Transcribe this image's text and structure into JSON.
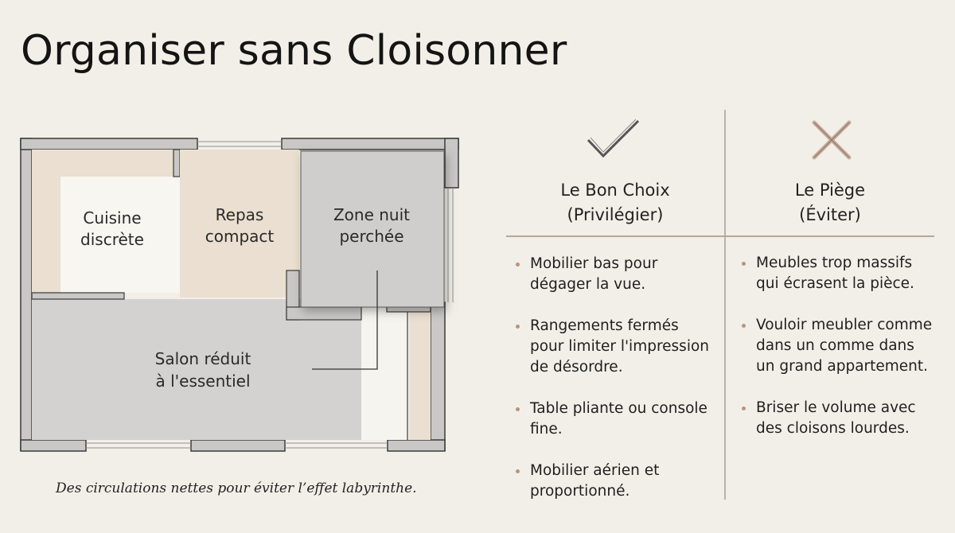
{
  "title": "Organiser sans Cloisonner",
  "plan": {
    "rooms": [
      {
        "id": "cuisine",
        "lines": [
          "Cuisine",
          "discrète"
        ]
      },
      {
        "id": "repas",
        "lines": [
          "Repas",
          "compact"
        ]
      },
      {
        "id": "nuit",
        "lines": [
          "Zone nuit",
          "perchée"
        ]
      },
      {
        "id": "salon",
        "lines": [
          "Salon réduit",
          "à l'essentiel"
        ]
      }
    ],
    "caption": "Des circulations nettes pour éviter l’effet labyrinthe."
  },
  "comparison": {
    "good": {
      "icon": "checkmark-icon",
      "heading_line1": "Le Bon Choix",
      "heading_line2": "(Privilégier)",
      "items": [
        "Mobilier bas pour dégager la vue.",
        "Rangements fermés pour limiter l'impression de désordre.",
        "Table pliante ou console fine.",
        "Mobilier aérien et proportionné."
      ]
    },
    "bad": {
      "icon": "cross-icon",
      "heading_line1": "Le Piège",
      "heading_line2": "(Éviter)",
      "items": [
        "Meubles trop massifs qui écrasent la pièce.",
        "Vouloir meubler comme dans un comme dans un grand appartement.",
        "Briser le volume avec des cloisons lourdes."
      ]
    }
  },
  "colors": {
    "background": "#f2efe8",
    "wall": "#c9c8c6",
    "beige_zone": "#eadfd0",
    "grey_zone": "#d3d2d0",
    "bullet": "#b9947e",
    "cross": "#c7ad9c"
  }
}
